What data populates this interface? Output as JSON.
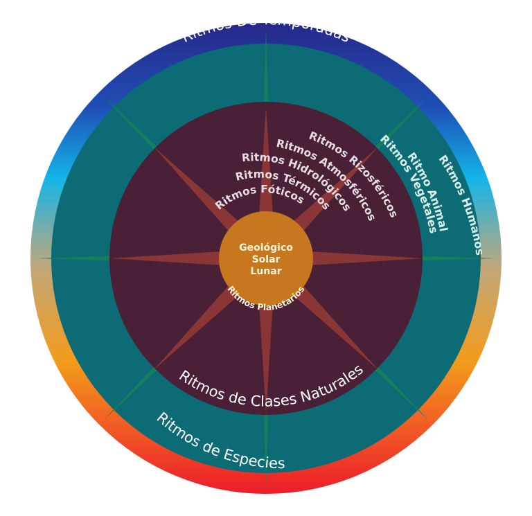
{
  "diagram": {
    "outer_ring_top": "Ritmos De Temporadas",
    "outer_ring_bottom": "Ritmos de Especies",
    "teal_ring_labels": [
      "Ritmos Humanos",
      "Ritmo Animal",
      "Ritmos Vegetales"
    ],
    "inner_disc_labels": [
      "Ritmos Rizosféricos",
      "Ritmos Atmosféricos",
      "Ritmos Hidrológicos",
      "Ritmos Térmicos",
      "Ritmos Fóticos"
    ],
    "inner_disc_bottom": "Ritmos de Clases Naturales",
    "core_lines": [
      "Geológico",
      "Solar",
      "Lunar"
    ],
    "core_arc": "Ritmos Planetarios",
    "colors": {
      "ring_gradient": [
        "#27288a",
        "#1e4fb5",
        "#13b5e8",
        "#f39b1b",
        "#f15a24",
        "#ec1c2a"
      ],
      "teal": "#0d6b76",
      "inner": "#4a2037",
      "star": "#8a3637",
      "core": "#c7781e",
      "star_green": "#12805e"
    }
  }
}
